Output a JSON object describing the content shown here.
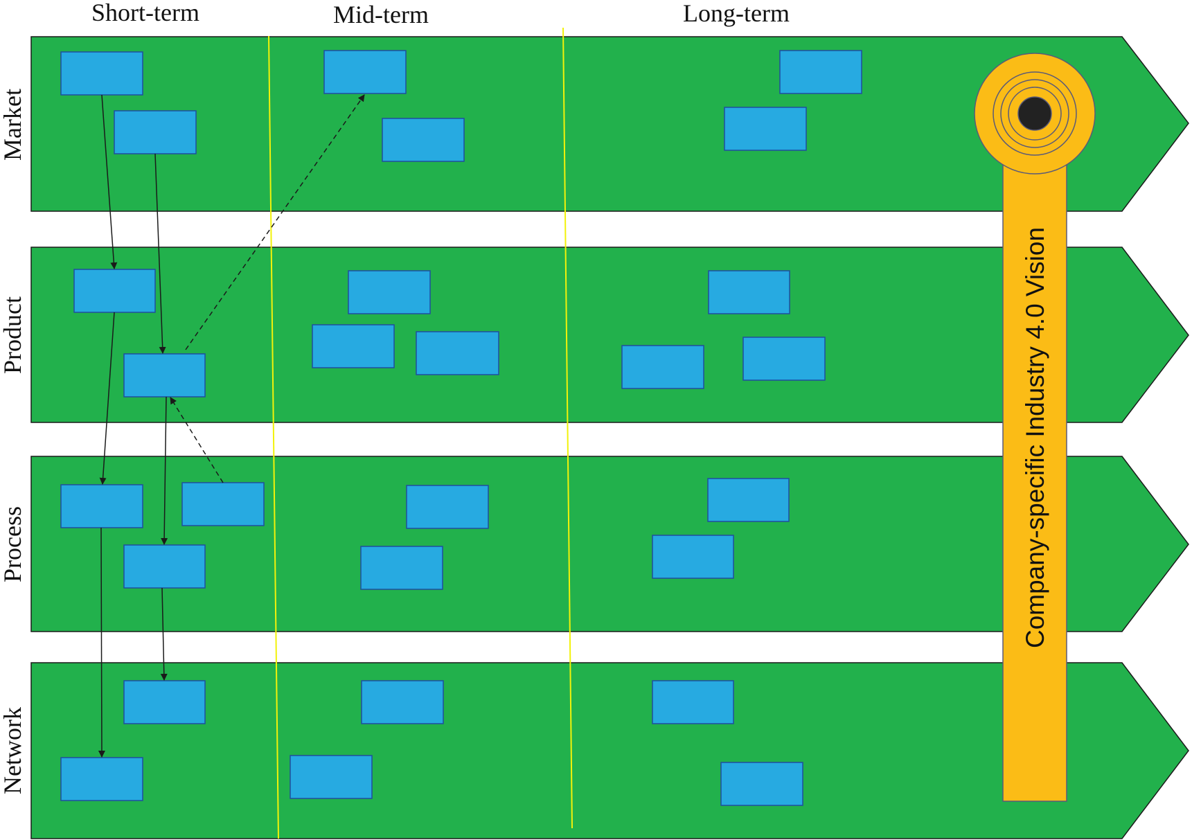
{
  "colors": {
    "lane": "#22b14c",
    "box": "#27aae1",
    "box_border": "#1f4e9e",
    "divider": "#f2f20a",
    "vision": "#fbbc16",
    "vision_border": "#5a5a78",
    "target_center": "#222222",
    "arrow": "#1a1a1a"
  },
  "time_horizons": [
    {
      "label": "Short-term"
    },
    {
      "label": "Mid-term"
    },
    {
      "label": "Long-term"
    }
  ],
  "lanes": [
    {
      "label": "Market"
    },
    {
      "label": "Product"
    },
    {
      "label": "Process"
    },
    {
      "label": "Network"
    }
  ],
  "vision": {
    "label": "Company-specific Industry 4.0 Vision",
    "icon": "target-icon"
  }
}
